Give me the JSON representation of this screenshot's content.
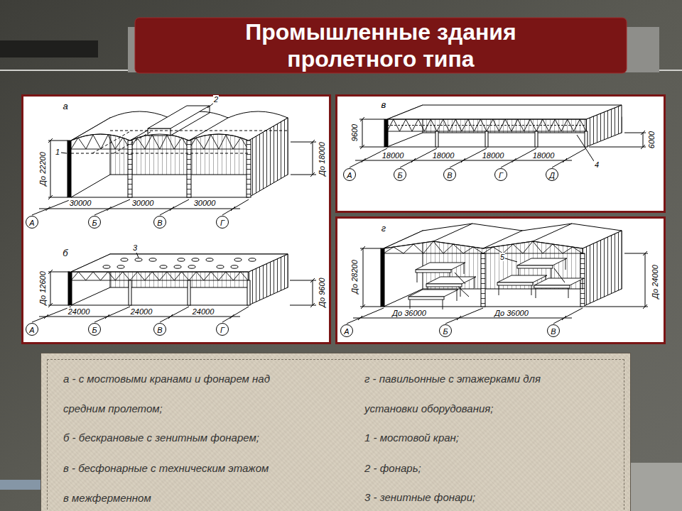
{
  "diagram": {
    "title": "Промышленные здания пролетного типа",
    "nodes": [
      {
        "text": [
          "А"
        ]
      },
      {
        "text": [
          "Б"
        ]
      },
      {
        "text": [
          "В"
        ]
      },
      {
        "text": [
          "Г"
        ]
      },
      {
        "text": [
          "А"
        ]
      },
      {
        "text": [
          "Б"
        ]
      },
      {
        "text": [
          "В"
        ]
      },
      {
        "text": [
          "Г"
        ]
      },
      {
        "text": [
          "А"
        ]
      },
      {
        "text": [
          "Б"
        ]
      },
      {
        "text": [
          "В"
        ]
      },
      {
        "text": [
          "Г"
        ]
      },
      {
        "text": [
          "Д"
        ]
      },
      {
        "text": [
          "А"
        ]
      },
      {
        "text": [
          "Б"
        ]
      },
      {
        "text": [
          "В"
        ]
      },
      {
        "text": [
          "а - с мостовыми кранами и фонарем над средним пролетом;",
          "б - бескрановые с зенитным фонарем;",
          "в - бесфонарные с техническим этажом в межферменном",
          "г - павильонные с этажерками для установки оборудования;",
          "1 - мостовой кран;",
          "2 - фонарь;",
          "3 - зенитные фонари;"
        ]
      }
    ],
    "labels": [
      "а",
      "1",
      "2",
      "До 22200",
      "До 18000",
      "30000",
      "30000",
      "30000",
      "б",
      "3",
      "До 12600",
      "До 9600",
      "24000",
      "24000",
      "24000",
      "в",
      "9600",
      "6000",
      "18000",
      "18000",
      "18000",
      "18000",
      "4",
      "г",
      "5",
      "До 28200",
      "До 24000",
      "До 36000",
      "До 36000"
    ]
  }
}
